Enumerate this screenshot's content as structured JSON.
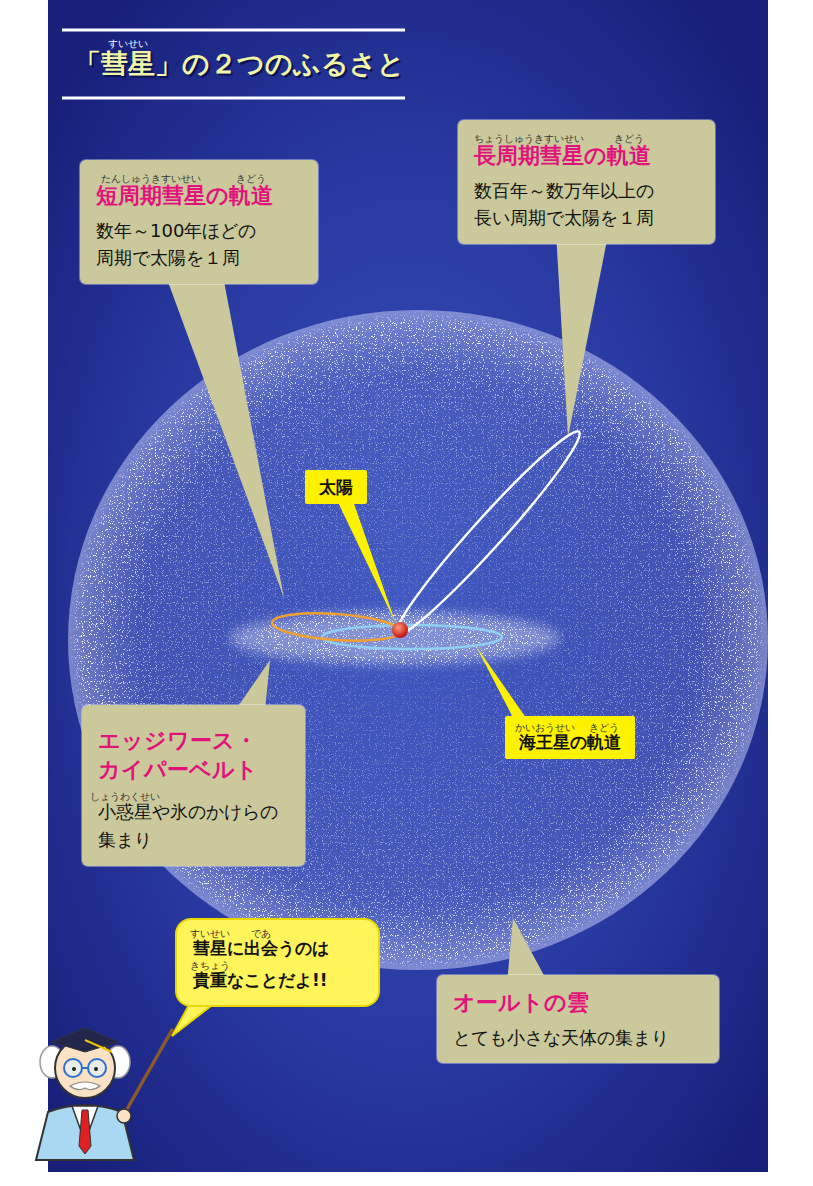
{
  "diagram": {
    "title": "「彗星」の２つのふるさと",
    "nodes": [
      {
        "text": [
          "短周期彗星の軌道",
          "数年～100年ほどの 周期で太陽を１周"
        ]
      },
      {
        "text": [
          "長周期彗星の軌道",
          "数百年～数万年以上の 長い周期で太陽を１周"
        ]
      },
      {
        "text": [
          "太陽"
        ]
      },
      {
        "text": [
          "海王星の軌道"
        ]
      },
      {
        "text": [
          "エッジワース・ カイパーベルト",
          "小惑星や氷のかけらの 集まり"
        ]
      },
      {
        "text": [
          "彗星に出会うのは 貴重なことだよ!!"
        ]
      },
      {
        "text": [
          "オールトの雲",
          "とても小さな天体の集まり"
        ]
      }
    ],
    "labels": [
      "すいせい",
      "たんしゅうきすいせい",
      "きどう",
      "ちょうしゅうきすいせい",
      "きどう",
      "かいおうせい",
      "きどう",
      "しょうわくせい",
      "すいせい",
      "であ",
      "きちょう"
    ]
  }
}
